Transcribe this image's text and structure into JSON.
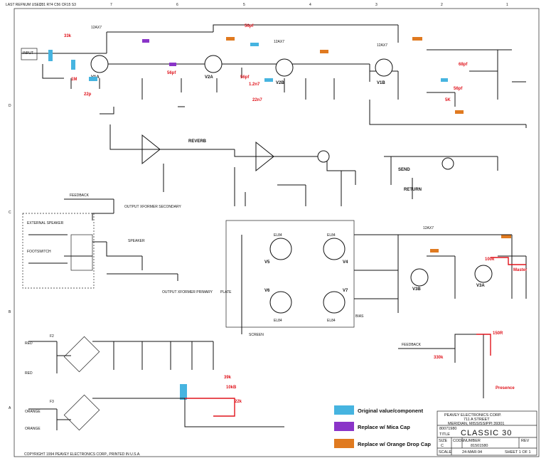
{
  "header": {
    "last_refnum": "LAST REFNUM USED:",
    "refnums": "J31 R74 C56 CR15 S3",
    "col_numbers": [
      "8",
      "7",
      "6",
      "5",
      "4",
      "3",
      "2",
      "1"
    ],
    "row_letters": [
      "D",
      "C",
      "B",
      "A"
    ]
  },
  "mods": {
    "input_33k": "33k",
    "input_1m": "1M",
    "input_22p": "22p",
    "c2_56": "56pf",
    "c_56b": "56pf",
    "c_56c": "56pf",
    "c_1n2": "1.2n7",
    "c_22n": "22n7",
    "boost_68": "68pf",
    "boost_56": "56pf",
    "boost_5k": "5K",
    "r_100k": "100k",
    "master": "Master",
    "r_150r": "150R",
    "r_330k": "330k",
    "presence": "Presence",
    "r_39k": "39k",
    "r_10k": "10kB",
    "r_22k": "22k"
  },
  "labels": {
    "input": "INPUT",
    "reverb": "REVERB",
    "feedback": "FEEDBACK",
    "output_xformer_secondary": "OUTPUT XFORMER SECONDARY",
    "speaker": "SPEAKER",
    "output_xformer_primary": "OUTPUT XFORMER PRIMARY",
    "plate": "PLATE",
    "screen": "SCREEN",
    "bias": "BIAS",
    "footswitch": "FOOTSWITCH",
    "ext_speaker": "EXTERNAL SPEAKER",
    "red": "RED",
    "orange": "ORANGE",
    "fuse1": "F2",
    "fuse2": "F3",
    "return": "RETURN",
    "send": "SEND",
    "tubes": [
      "V1A",
      "V1B",
      "V2A",
      "V2B",
      "V3A",
      "V3B",
      "V4",
      "V5",
      "V6",
      "V7"
    ],
    "el84": "EL84",
    "twelve_ax7": "12AX7"
  },
  "legend": [
    {
      "label": "Original value/component",
      "color": "#46b4e0"
    },
    {
      "label": "Replace w/ Mica Cap",
      "color": "#8a34c8"
    },
    {
      "label": "Replace w/ Orange Drop Cap",
      "color": "#e07a20"
    }
  ],
  "title_block": {
    "company": "PEAVEY ELECTRONICS CORP.",
    "address": "711 A STREET",
    "city": "MERIDIAN, MISSISSIPPI 39301",
    "doc_no": "80071980",
    "title_label": "TITLE",
    "title": "CLASSIC 30",
    "size_label": "SIZE",
    "size": "C",
    "code_label": "CODE",
    "number_label": "NUMBER",
    "number": "81501580",
    "rev_label": "REV",
    "scale_label": "SCALE",
    "date": "24-MAR-94",
    "sheet": "SHEET 1 OF 1"
  },
  "copyright": "COPYRIGHT 1994 PEAVEY ELECTRONICS CORP., PRINTED IN U.S.A."
}
